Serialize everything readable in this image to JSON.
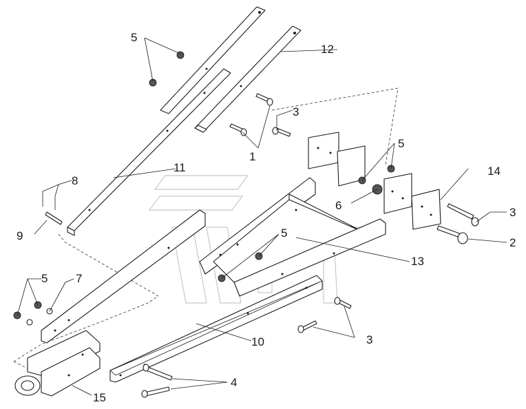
{
  "diagram": {
    "callouts": [
      {
        "id": "c5a",
        "text": "5"
      },
      {
        "id": "c12",
        "text": "12"
      },
      {
        "id": "c3a",
        "text": "3"
      },
      {
        "id": "c1",
        "text": "1"
      },
      {
        "id": "c5b",
        "text": "5"
      },
      {
        "id": "c14",
        "text": "14"
      },
      {
        "id": "c11",
        "text": "11"
      },
      {
        "id": "c8",
        "text": "8"
      },
      {
        "id": "c6",
        "text": "6"
      },
      {
        "id": "c3b",
        "text": "3"
      },
      {
        "id": "c9",
        "text": "9"
      },
      {
        "id": "c2",
        "text": "2"
      },
      {
        "id": "c5c",
        "text": "5"
      },
      {
        "id": "c13",
        "text": "13"
      },
      {
        "id": "c5d",
        "text": "5"
      },
      {
        "id": "c7",
        "text": "7"
      },
      {
        "id": "c10",
        "text": "10"
      },
      {
        "id": "c3c",
        "text": "3"
      },
      {
        "id": "c4",
        "text": "4"
      },
      {
        "id": "c15",
        "text": "15"
      }
    ]
  }
}
